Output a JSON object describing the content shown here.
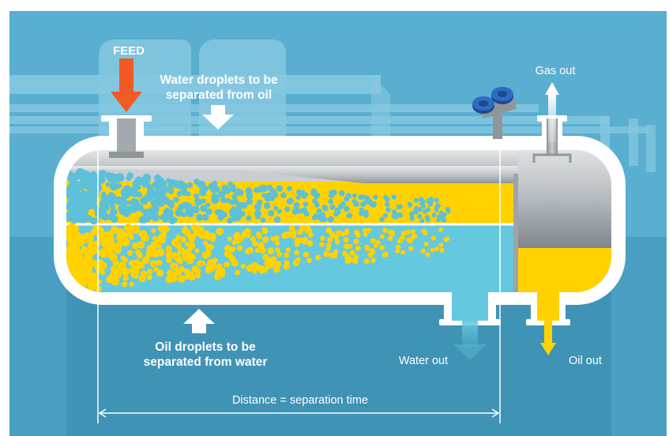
{
  "labels": {
    "feed": "FEED",
    "water_droplets_line1": "Water droplets to be",
    "water_droplets_line2": "separated from oil",
    "oil_droplets_line1": "Oil droplets to be",
    "oil_droplets_line2": "separated from water",
    "gas_out": "Gas out",
    "water_out": "Water out",
    "oil_out": "Oil out",
    "distance": "Distance = separation time"
  },
  "colors": {
    "sky": "#5aaed0",
    "lower": "#3f93b5",
    "pipes": "#86c8e0",
    "vessel_outline": "#ffffff",
    "gas_space": "#c4c9cc",
    "oil": "#ffd200",
    "water": "#64c8df",
    "feed_arrow": "#f15a24",
    "droplet_blue": "#5cc0d8",
    "droplet_yellow": "#ffd200"
  }
}
